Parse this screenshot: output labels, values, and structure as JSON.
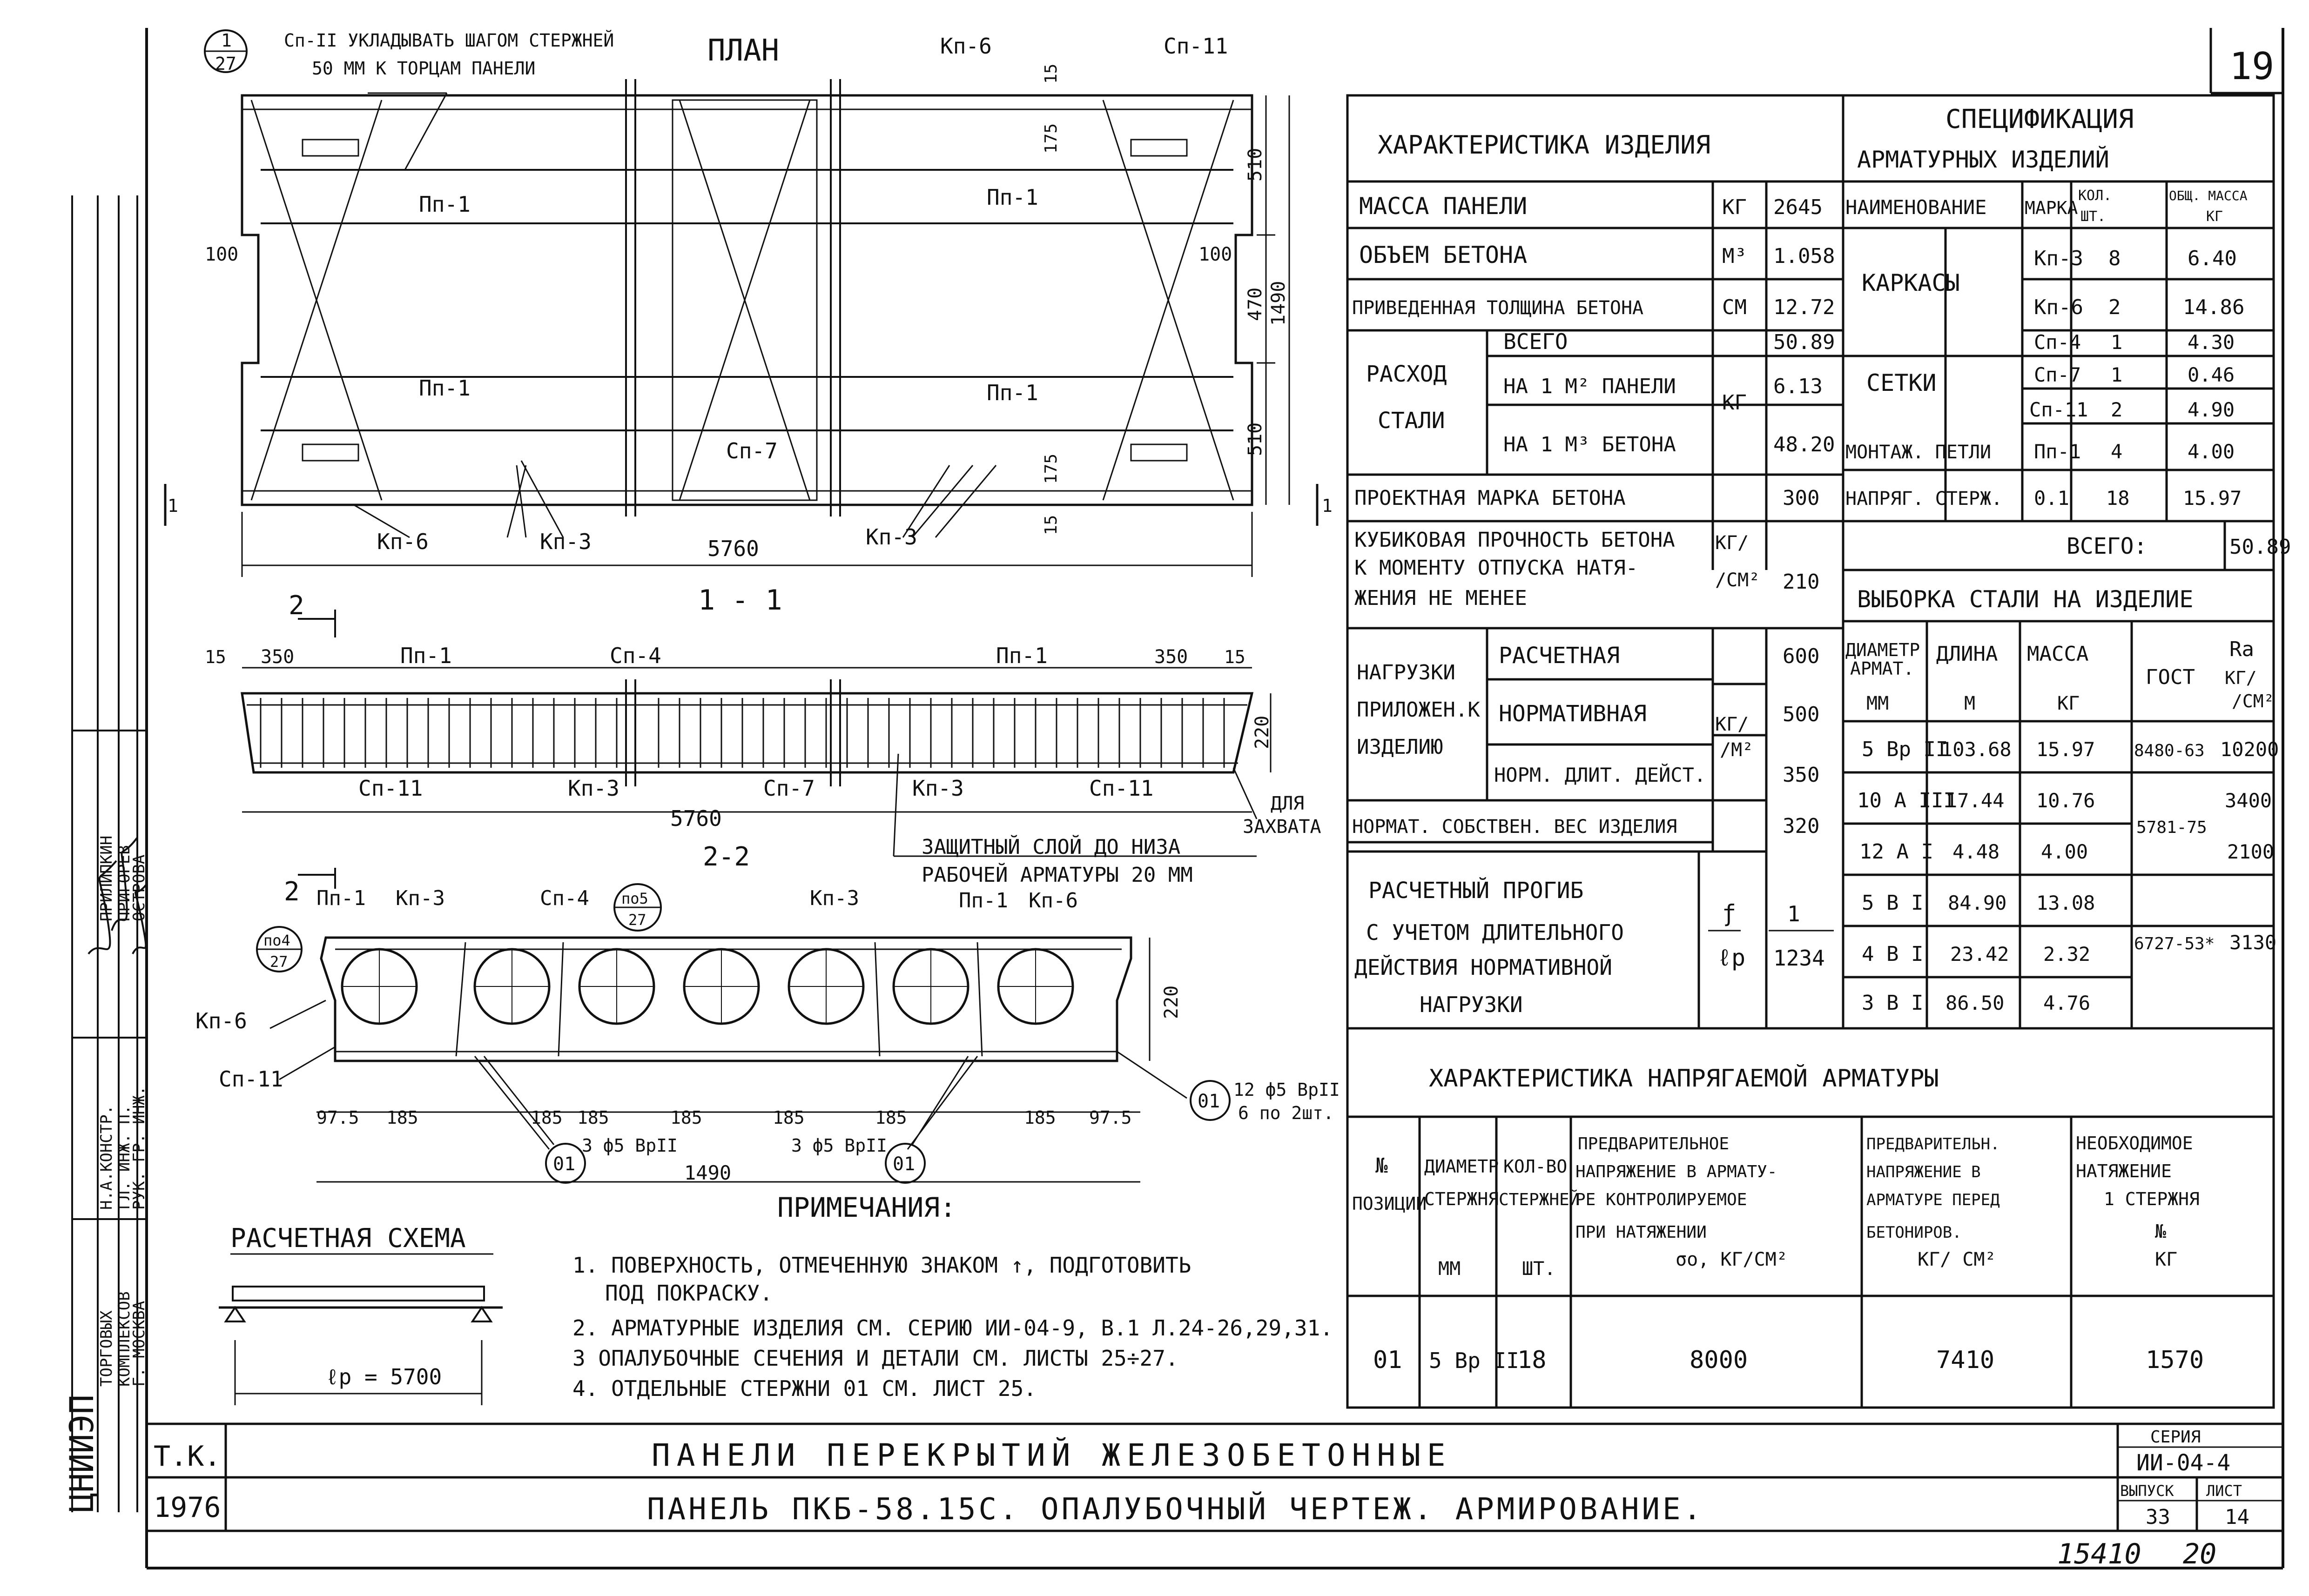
{
  "sheet_number": "19",
  "plan": {
    "title": "ПЛАН",
    "callout_top": "1",
    "callout_bottom": "27",
    "note_line1": "Сп-II УКЛАДЫВАТЬ ШАГОМ СТЕРЖНЕЙ",
    "note_line2": "50 ММ К ТОРЦАМ ПАНЕЛИ",
    "labels": {
      "kp6_top": "Кп-6",
      "sp11_top": "Сп-11",
      "pp1_a": "Пп-1",
      "pp1_b": "Пп-1",
      "pp1_c": "Пп-1",
      "pp1_d": "Пп-1",
      "sp7": "Сп-7",
      "kp6_bot": "Кп-6",
      "kp3_a": "Кп-3",
      "kp3_b": "Кп-3"
    },
    "dims": {
      "d15a": "15",
      "d175a": "175",
      "d510a": "510",
      "d470": "470",
      "d1490": "1490",
      "d510b": "510",
      "d175b": "175",
      "d15b": "15",
      "d100a": "100",
      "d100b": "100",
      "d5760": "5760"
    },
    "section_mark": "1"
  },
  "section11": {
    "title": "1 - 1",
    "mark2": "2",
    "labels": {
      "pp1a": "Пп-1",
      "sp4": "Сп-4",
      "pp1b": "Пп-1",
      "sp11a": "Сп-11",
      "kp3a": "Кп-3",
      "sp7": "Сп-7",
      "kp3b": "Кп-3",
      "sp11b": "Сп-11"
    },
    "dims": {
      "d15a": "15",
      "d350a": "350",
      "d350b": "350",
      "d15b": "15",
      "d220": "220",
      "d5760": "5760"
    },
    "grip_1": "ДЛЯ",
    "grip_2": "ЗАХВАТА",
    "cover_1": "ЗАЩИТНЫЙ СЛОЙ ДО НИЗА",
    "cover_2": "РАБОЧЕЙ АРМАТУРЫ 20 ММ"
  },
  "section22": {
    "title": "2-2",
    "mark2": "2",
    "labels": {
      "pp1a": "Пп-1",
      "kp3a": "Кп-3",
      "sp4": "Сп-4",
      "kp3b": "Кп-3",
      "pp1b": "Пп-1",
      "kp6b": "Кп-6",
      "kp6a": "Кп-6",
      "sp11": "Сп-11"
    },
    "callout_po5_top": "по5",
    "callout_po5_bot": "27",
    "callout_po4_top": "по4",
    "callout_po4_bot": "27",
    "dims": {
      "d220": "220",
      "d97a": "97.5",
      "d185_1": "185",
      "d185_2": "185",
      "d185_3": "185",
      "d185_4": "185",
      "d185_5": "185",
      "d185_6": "185",
      "d185_7": "185",
      "d97b": "97.5",
      "d1490": "1490"
    },
    "bar_a": "3 ф5 ВрII",
    "bar_b": "3 ф5 ВрII",
    "pos01": "01",
    "pos01_note1": "12 ф5 ВрII",
    "pos01_note2": "6 по 2шт."
  },
  "calc_scheme": {
    "title": "РАСЧЕТНАЯ СХЕМА",
    "span": "ℓр = 5700"
  },
  "notes": {
    "title": "ПРИМЕЧАНИЯ:",
    "items": [
      "1. ПОВЕРХНОСТЬ, ОТМЕЧЕННУЮ ЗНАКОМ ↑, ПОДГОТОВИТЬ",
      "ПОД ПОКРАСКУ.",
      "2. АРМАТУРНЫЕ ИЗДЕЛИЯ СМ. СЕРИЮ ИИ-04-9, В.1 Л.24-26,29,31.",
      "3 ОПАЛУБОЧНЫЕ СЕЧЕНИЯ И ДЕТАЛИ СМ. ЛИСТЫ 25÷27.",
      "4. ОТДЕЛЬНЫЕ СТЕРЖНИ 01 СМ. ЛИСТ 25."
    ]
  },
  "char_table": {
    "title": "ХАРАКТЕРИСТИКА ИЗДЕЛИЯ",
    "mass_label": "МАССА ПАНЕЛИ",
    "mass_unit": "КГ",
    "mass_val": "2645",
    "vol_label": "ОБЪЕМ БЕТОНА",
    "vol_unit": "М³",
    "vol_val": "1.058",
    "thick_label": "ПРИВЕДЕННАЯ ТОЛЩИНА БЕТОНА",
    "thick_unit": "СМ",
    "thick_val": "12.72",
    "steel_label_1": "РАСХОД",
    "steel_label_2": "СТАЛИ",
    "steel_unit": "КГ",
    "steel_total": "ВСЕГО",
    "steel_total_val": "50.89",
    "steel_m2": "НА 1 М² ПАНЕЛИ",
    "steel_m2_val": "6.13",
    "steel_m3": "НА 1 М³ БЕТОНА",
    "steel_m3_val": "48.20",
    "grade_label": "ПРОЕКТНАЯ МАРКА БЕТОНА",
    "grade_val": "300",
    "cube_1": "КУБИКОВАЯ ПРОЧНОСТЬ БЕТОНА",
    "cube_2": "К МОМЕНТУ ОТПУСКА НАТЯ-",
    "cube_3": "ЖЕНИЯ НЕ МЕНЕЕ",
    "cube_unit_1": "КГ/",
    "cube_unit_2": "/СМ²",
    "cube_val": "210",
    "load_1": "НАГРУЗКИ",
    "load_2": "ПРИЛОЖЕН.К",
    "load_3": "ИЗДЕЛИЮ",
    "load_calc": "РАСЧЕТНАЯ",
    "load_calc_val": "600",
    "load_norm": "НОРМАТИВНАЯ",
    "load_norm_val": "500",
    "load_long": "НОРМ. ДЛИТ. ДЕЙСТ.",
    "load_long_val": "350",
    "load_unit_1": "КГ/",
    "load_unit_2": "/М²",
    "selfw_label": "НОРМАТ. СОБСТВЕН. ВЕС ИЗДЕЛИЯ",
    "selfw_val": "320",
    "defl_1": "РАСЧЕТНЫЙ ПРОГИБ",
    "defl_2": "С УЧЕТОМ ДЛИТЕЛЬНОГО",
    "defl_3": "ДЕЙСТВИЯ НОРМАТИВНОЙ",
    "defl_4": "НАГРУЗКИ",
    "defl_unit_top": "ƒ",
    "defl_unit_bot": "ℓр",
    "defl_val_top": "1",
    "defl_val_bot": "1234"
  },
  "spec_table": {
    "title_1": "СПЕЦИФИКАЦИЯ",
    "title_2": "АРМАТУРНЫХ ИЗДЕЛИЙ",
    "h_name": "НАИМЕНОВАНИЕ",
    "h_mark": "МАРКА",
    "h_qty_1": "КОЛ.",
    "h_qty_2": "ШТ.",
    "h_mass_1": "ОБЩ. МАССА",
    "h_mass_2": "КГ",
    "g_frames": "КАРКАСЫ",
    "g_meshes": "СЕТКИ",
    "rows": [
      {
        "mark": "Кп-3",
        "qty": "8",
        "mass": "6.40"
      },
      {
        "mark": "Кп-6",
        "qty": "2",
        "mass": "14.86"
      },
      {
        "mark": "Сп-4",
        "qty": "1",
        "mass": "4.30"
      },
      {
        "mark": "Сп-7",
        "qty": "1",
        "mass": "0.46"
      },
      {
        "mark": "Сп-11",
        "qty": "2",
        "mass": "4.90"
      },
      {
        "name": "МОНТАЖ. ПЕТЛИ",
        "mark": "Пп-1",
        "qty": "4",
        "mass": "4.00"
      },
      {
        "name": "НАПРЯГ. СТЕРЖ.",
        "mark": "0.1",
        "qty": "18",
        "mass": "15.97"
      }
    ],
    "total_label": "ВСЕГО:",
    "total_val": "50.89"
  },
  "steel_table": {
    "title": "ВЫБОРКА СТАЛИ НА ИЗДЕЛИЕ",
    "h_d_1": "ДИАМЕТР",
    "h_d_2": "АРМАТ.",
    "h_d_3": "ММ",
    "h_len_1": "ДЛИНА",
    "h_len_2": "М",
    "h_mass_1": "МАССА",
    "h_mass_2": "КГ",
    "h_gost": "ГОСТ",
    "h_ra_1": "Ra",
    "h_ra_2": "КГ/",
    "h_ra_3": "/СМ²",
    "rows": [
      {
        "d": "5 Вр II",
        "len": "103.68",
        "mass": "15.97",
        "gost": "8480-63",
        "ra": "10200"
      },
      {
        "d": "10 А III",
        "len": "17.44",
        "mass": "10.76",
        "gost": "",
        "ra": "3400"
      },
      {
        "d": "12 А I",
        "len": "4.48",
        "mass": "4.00",
        "gost": "5781-75",
        "ra": "2100"
      },
      {
        "d": "5 В I",
        "len": "84.90",
        "mass": "13.08",
        "gost": "",
        "ra": ""
      },
      {
        "d": "4 В I",
        "len": "23.42",
        "mass": "2.32",
        "gost": "6727-53*",
        "ra": "3130"
      },
      {
        "d": "3 В I",
        "len": "86.50",
        "mass": "4.76",
        "gost": "",
        "ra": ""
      }
    ]
  },
  "tension_table": {
    "title": "ХАРАКТЕРИСТИКА НАПРЯГАЕМОЙ АРМАТУРЫ",
    "h1_1": "№",
    "h1_2": "ПОЗИЦИИ",
    "h2_1": "ДИАМЕТР",
    "h2_2": "СТЕРЖНЯ",
    "h2_3": "ММ",
    "h3_1": "КОЛ-ВО",
    "h3_2": "СТЕРЖНЕЙ",
    "h3_3": "ШТ.",
    "h4_1": "ПРЕДВАРИТЕЛЬНОЕ",
    "h4_2": "НАПРЯЖЕНИЕ В АРМАТУ-",
    "h4_3": "РЕ КОНТРОЛИРУЕМОЕ",
    "h4_4": "ПРИ НАТЯЖЕНИИ",
    "h4_5": "σо, КГ/СМ²",
    "h5_1": "ПРЕДВАРИТЕЛЬН.",
    "h5_2": "НАПРЯЖЕНИЕ В",
    "h5_3": "АРМАТУРЕ ПЕРЕД",
    "h5_4": "БЕТОНИРОВ.",
    "h5_5": "КГ/ СМ²",
    "h6_1": "НЕОБХОДИМОЕ",
    "h6_2": "НАТЯЖЕНИЕ",
    "h6_3": "1 СТЕРЖНЯ",
    "h6_4": "№",
    "h6_5": "КГ",
    "row": {
      "pos": "01",
      "d": "5 Вр II",
      "qty": "18",
      "pre": "8000",
      "before": "7410",
      "tension": "1570"
    }
  },
  "title_block": {
    "tk": "Т.К.",
    "year": "1976",
    "title_1": "ПАНЕЛИ ПЕРЕКРЫТИЙ ЖЕЛЕЗОБЕТОННЫЕ",
    "title_2": "ПАНЕЛЬ ПКБ-58.15С. ОПАЛУБОЧНЫЙ ЧЕРТЕЖ. АРМИРОВАНИЕ.",
    "series_label": "СЕРИЯ",
    "series_val": "ИИ-04-4",
    "issue_label": "ВЫПУСК",
    "issue_val": "33",
    "sheet_label": "ЛИСТ",
    "sheet_val": "14",
    "doc_no": "15410",
    "page_no": "20"
  },
  "side_stamp": {
    "org": "ЦНИИЭП",
    "org_1": "ТОРГОВЫХ",
    "org_2": "КОМПЛЕКСОВ",
    "org_3": "Г. МОСКВА",
    "role_1": "Н.А.КОНСТР.",
    "role_2": "ГЛ. ИНЖ. П.",
    "role_3": "РУК. ГР. ИНЖ.",
    "name_1": "ПРИЛИПКИН",
    "name_2": "ПРИГОРЕВ",
    "name_3": "ОСТРОВА"
  }
}
